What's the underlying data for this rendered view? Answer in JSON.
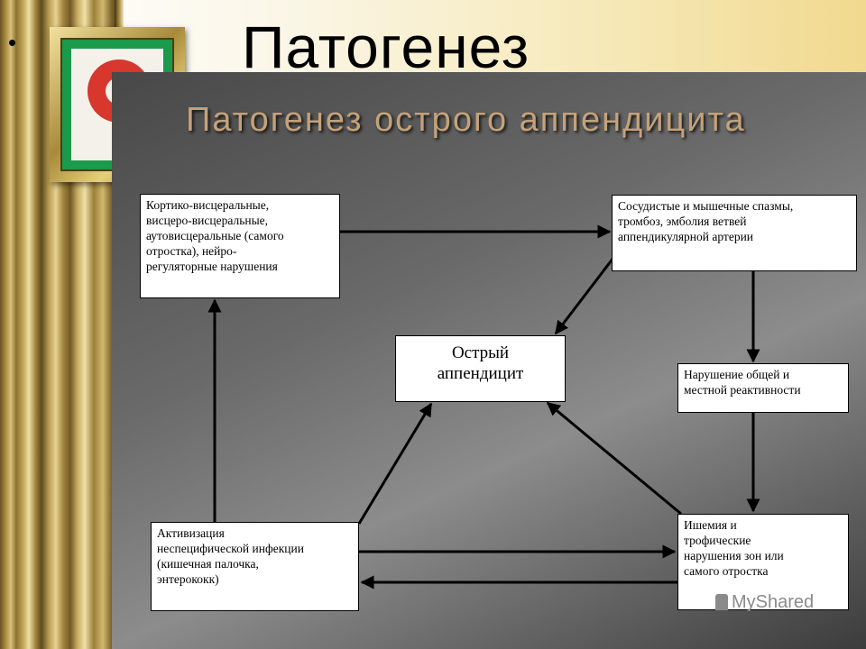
{
  "slide": {
    "title": "Патогенез",
    "bullet": "•"
  },
  "panel": {
    "title": "Патогенез острого аппендицита"
  },
  "diagram": {
    "nodes": [
      {
        "id": "neuro",
        "text": "Кортико-висцеральные,\nвисцеро-висцеральные,\nаутовисцеральные (самого\nотростка), нейро-\nрегуляторные нарушения"
      },
      {
        "id": "vascular",
        "text": "Сосудистые и мышечные спазмы,\nтромбоз, эмболия ветвей\nаппендикулярной артерии"
      },
      {
        "id": "center",
        "text": "Острый\nаппендицит"
      },
      {
        "id": "reactivity",
        "text": "Нарушение общей и\nместной реактивности"
      },
      {
        "id": "infection",
        "text": "Активизация\nнеспецифической инфекции\n(кишечная палочка,\nэнтерококк)"
      },
      {
        "id": "ischemia",
        "text": "Ишемия и\nтрофические\nнарушения зон или\nсамого отростка"
      }
    ],
    "edges": [
      {
        "from": "neuro",
        "to": "vascular"
      },
      {
        "from": "vascular",
        "to": "center"
      },
      {
        "from": "vascular",
        "to": "reactivity"
      },
      {
        "from": "reactivity",
        "to": "ischemia"
      },
      {
        "from": "ischemia",
        "to": "center"
      },
      {
        "from": "infection",
        "to": "center"
      },
      {
        "from": "infection",
        "to": "ischemia"
      },
      {
        "from": "ischemia",
        "to": "infection"
      },
      {
        "from": "infection",
        "to": "neuro"
      }
    ]
  },
  "watermark": "MyShared",
  "colors": {
    "panel": "#6a6a6a",
    "panel_title": "#c4a27a",
    "gold": "#c4a85b",
    "logo_green": "#1a9a4a",
    "logo_red": "#d7372c"
  }
}
